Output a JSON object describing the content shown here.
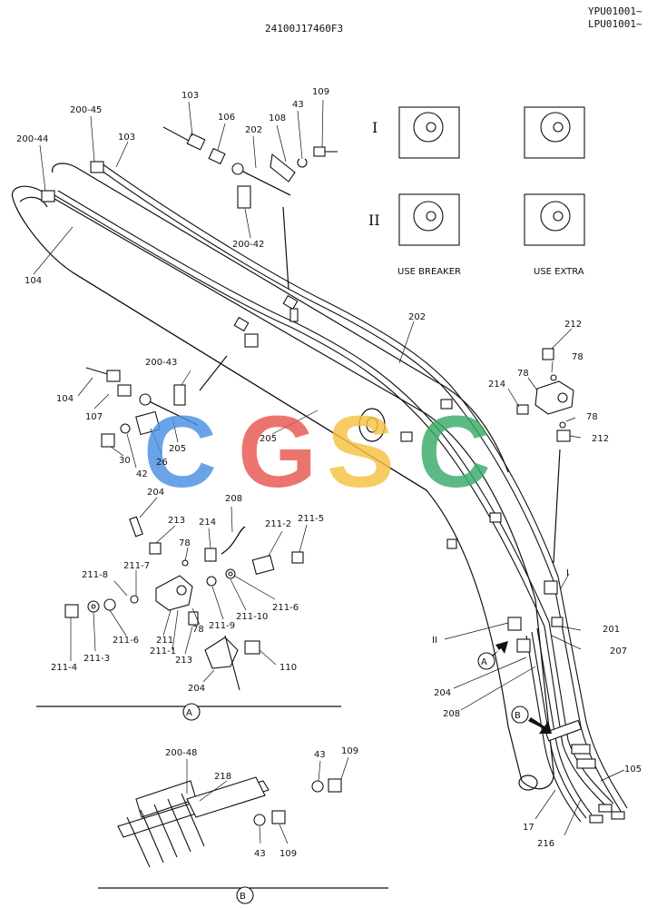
{
  "header": {
    "part_code": "24100J17460F3",
    "serial_1": "YPU01001~",
    "serial_2": "LPU01001~"
  },
  "watermark": {
    "text": "CGSC",
    "colors": [
      "#4a90e2",
      "#e8564f",
      "#f5c242",
      "#3aaa6a"
    ]
  },
  "modes": {
    "mode_1": "I",
    "mode_2": "II",
    "use_breaker": "USE BREAKER",
    "use_extra": "USE EXTRA"
  },
  "section_labels": {
    "a": "A",
    "b": "B"
  },
  "callouts": {
    "c103a": "103",
    "c106": "106",
    "c202a": "202",
    "c108": "108",
    "c43a": "43",
    "c109a": "109",
    "c200_42": "200-42",
    "c200_45": "200-45",
    "c103b": "103",
    "c200_44": "200-44",
    "c104a": "104",
    "c202b": "202",
    "c212a": "212",
    "c78a": "78",
    "c78b": "78",
    "c214a": "214",
    "c78c": "78",
    "c212b": "212",
    "c200_43": "200-43",
    "c104b": "104",
    "c107": "107",
    "c26": "26",
    "c205a": "205",
    "c205b": "205",
    "c30": "30",
    "c42": "42",
    "c204a": "204",
    "c208a": "208",
    "c213a": "213",
    "c214b": "214",
    "c78d": "78",
    "c211_2": "211-2",
    "c211_5": "211-5",
    "c211_8": "211-8",
    "c211_7": "211-7",
    "c211_6a": "211-6",
    "c211_4": "211-4",
    "c211_3": "211-3",
    "c211_6b": "211-6",
    "c211_9": "211-9",
    "c211_10": "211-10",
    "c211": "211",
    "c78e": "78",
    "c211_1": "211-1",
    "c213b": "213",
    "c110": "110",
    "c204b": "204",
    "cI": "I",
    "cII": "II",
    "c201": "201",
    "c207": "207",
    "c204c": "204",
    "c208b": "208",
    "c105": "105",
    "c17": "17",
    "c216": "216",
    "c200_48": "200-48",
    "c218": "218",
    "c43b": "43",
    "c109b": "109",
    "c43c": "43",
    "c109c": "109"
  }
}
